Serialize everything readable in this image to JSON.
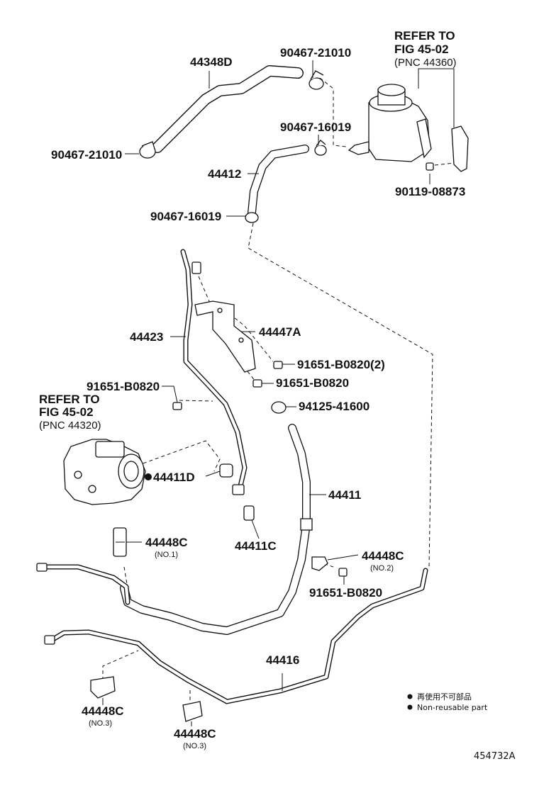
{
  "diagram": {
    "labels": {
      "hose_upper": "44348D",
      "clip_top": "90467-21010",
      "clip_left": "90467-21010",
      "refer_res_1": "REFER TO",
      "refer_res_2": "FIG 45-02",
      "refer_res_3": "(PNC 44360)",
      "clip_mid": "90467-16019",
      "hose_44412": "44412",
      "bolt_res": "90119-08873",
      "clip_low": "90467-16019",
      "tube_44423": "44423",
      "bracket": "44447A",
      "bolt_bracket_2": "91651-B0820(2)",
      "bolt_bracket": "91651-B0820",
      "nut": "94125-41600",
      "bolt_pump": "91651-B0820",
      "refer_pump_1": "REFER TO",
      "refer_pump_2": "FIG 45-02",
      "refer_pump_3": "(PNC 44320)",
      "gasket": "44411D",
      "hose_44411": "44411",
      "union": "44411C",
      "clamp_no1": "44448C",
      "clamp_no1_sub": "(NO.1)",
      "clamp_no2": "44448C",
      "clamp_no2_sub": "(NO.2)",
      "bolt_clamp": "91651-B0820",
      "tube_44416": "44416",
      "clamp_no3a": "44448C",
      "clamp_no3a_sub": "(NO.3)",
      "clamp_no3b": "44448C",
      "clamp_no3b_sub": "(NO.3)",
      "legend_jp": "再使用不可部品",
      "legend_en": "Non-reusable part",
      "figure_id": "454732A"
    }
  }
}
